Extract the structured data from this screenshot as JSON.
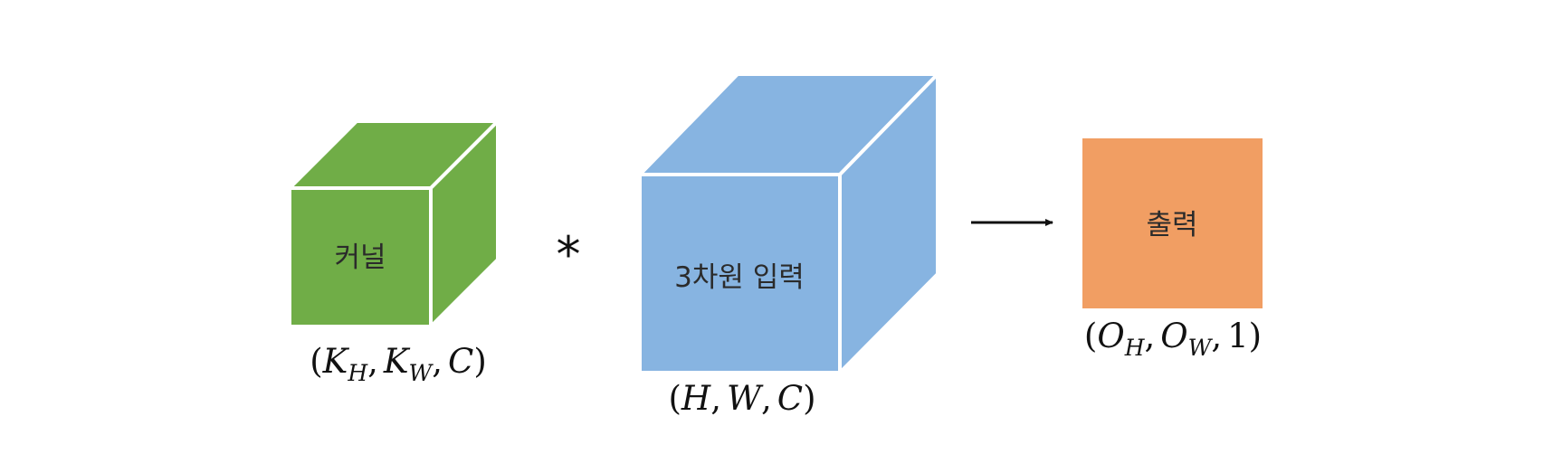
{
  "colors": {
    "kernel": "#70ad47",
    "input": "#87b4e1",
    "output": "#f19e63",
    "edge": "#ffffff",
    "arrow": "#111111"
  },
  "operator": "*",
  "kernel": {
    "label": "커널",
    "dims": {
      "open": "(",
      "a": "K",
      "a_sub": "H",
      "sep1": ",",
      "b": "K",
      "b_sub": "W",
      "sep2": ",",
      "c": "C",
      "close": ")"
    }
  },
  "input": {
    "label": "3차원 입력",
    "dims": {
      "open": "(",
      "a": "H",
      "sep1": ",",
      "b": "W",
      "sep2": ",",
      "c": "C",
      "close": ")"
    }
  },
  "output": {
    "label": "출력",
    "dims": {
      "open": "(",
      "a": "O",
      "a_sub": "H",
      "sep1": ",",
      "b": "O",
      "b_sub": "W",
      "sep2": ",",
      "c": "1",
      "close": ")"
    }
  }
}
